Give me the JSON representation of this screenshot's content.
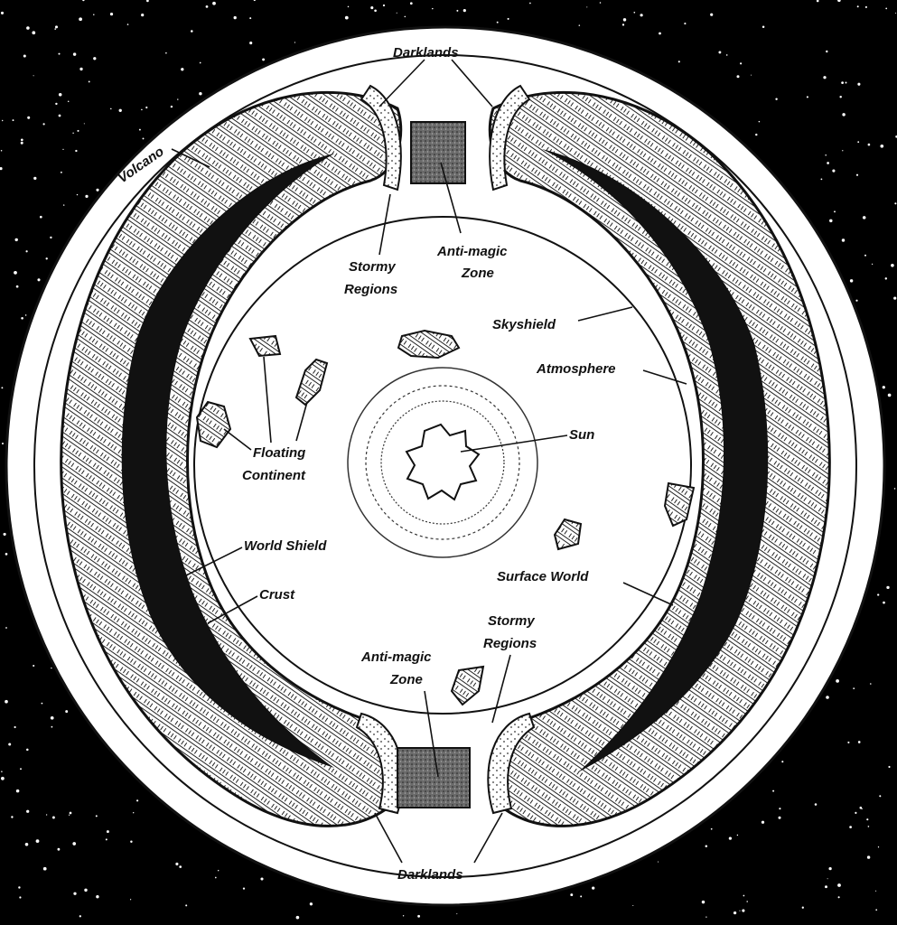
{
  "labels": {
    "darklands_top": "Darklands",
    "volcano": "Volcano",
    "stormy_regions_top_1": "Stormy",
    "stormy_regions_top_2": "Regions",
    "anti_magic_top_1": "Anti-magic",
    "anti_magic_top_2": "Zone",
    "skyshield": "Skyshield",
    "atmosphere": "Atmosphere",
    "sun": "Sun",
    "floating_continent_1": "Floating",
    "floating_continent_2": "Continent",
    "world_shield": "World Shield",
    "crust": "Crust",
    "surface_world": "Surface World",
    "stormy_regions_bottom_1": "Stormy",
    "stormy_regions_bottom_2": "Regions",
    "anti_magic_bottom_1": "Anti-magic",
    "anti_magic_bottom_2": "Zone",
    "darklands_bottom": "Darklands"
  },
  "colors": {
    "space": "#000000",
    "world_fill": "#ffffff",
    "ink": "#111111",
    "anti_magic_fill": "#6a6a6a"
  }
}
